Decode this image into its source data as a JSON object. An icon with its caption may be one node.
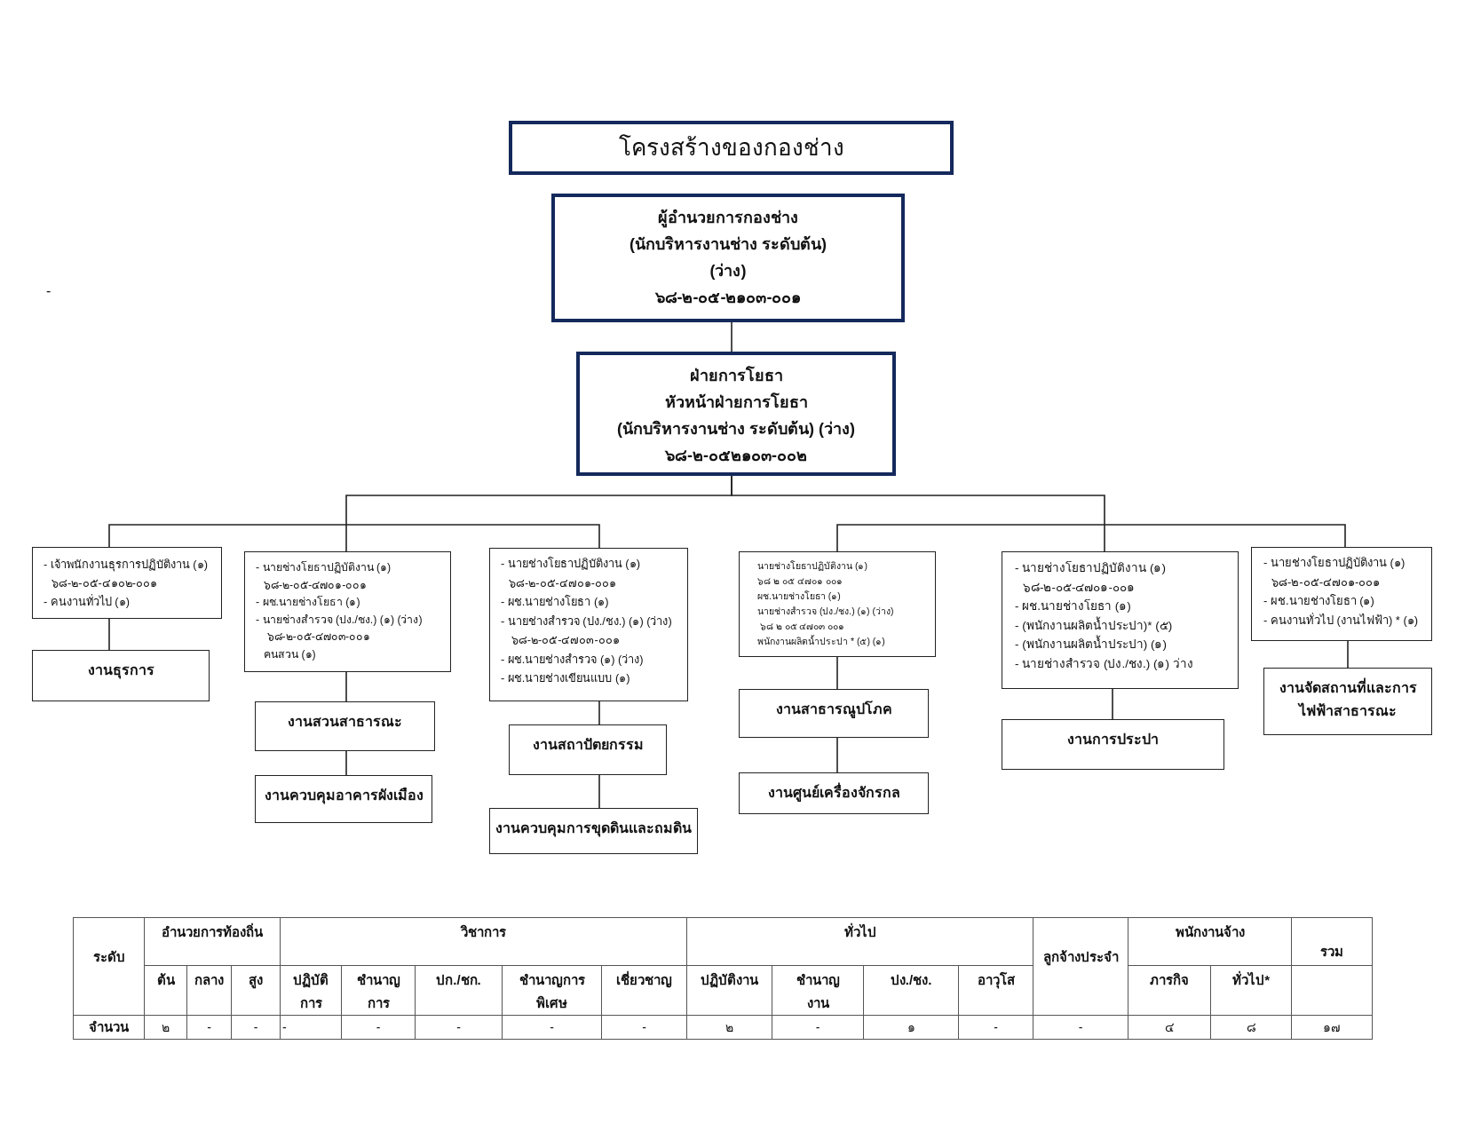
{
  "diagram": {
    "title": "โครงสร้างของกองช่าง",
    "nodes": [
      {
        "text": [
          "ผู้อำนวยการกองช่าง",
          "(นักบริหารงานช่าง ระดับต้น)",
          "(ว่าง)",
          "๖๘-๒-๐๕-๒๑๐๓-๐๐๑"
        ]
      },
      {
        "text": [
          "ฝ่ายการโยธา",
          "หัวหน้าฝ่ายการโยธา",
          "(นักบริหารงานช่าง ระดับต้น) (ว่าง)",
          "๖๘-๒-๐๕๒๑๐๓-๐๐๒"
        ]
      },
      {
        "text": [
          "- เจ้าพนักงานธุรการปฏิบัติงาน (๑)",
          "๖๘-๒-๐๕-๔๑๐๒-๐๐๑",
          "- คนงานทั่วไป (๑)"
        ]
      },
      {
        "text": [
          "- นายช่างโยธาปฏิบัติงาน (๑)",
          "๖๘-๒-๐๕-๔๗๐๑-๐๐๑",
          "- ผช.นายช่างโยธา (๑)",
          "- นายช่างสำรวจ (ปง./ชง.) (๑) (ว่าง)",
          "๖๘-๒-๐๕-๔๗๐๓-๐๐๑",
          "คนสวน (๑)"
        ]
      },
      {
        "text": [
          "- นายช่างโยธาปฏิบัติงาน (๑)",
          "๖๘-๒-๐๕-๔๗๐๑-๐๐๑",
          "- ผช.นายช่างโยธา (๑)",
          "- นายช่างสำรวจ (ปง./ชง.) (๑) (ว่าง)",
          "๖๘-๒-๐๕-๔๗๐๓-๐๐๑",
          "- ผช.นายช่างสำรวจ (๑) (ว่าง)",
          "- ผช.นายช่างเขียนแบบ (๑)"
        ]
      },
      {
        "text": [
          "นายช่างโยธาปฏิบัติงาน (๑)",
          "๖๘ ๒ ๐๕ ๔๗๐๑ ๐๐๑",
          "ผช.นายช่างโยธา (๑)",
          "นายช่างสำรวจ (ปง./ชง.) (๑) (ว่าง)",
          "๖๘ ๒ ๐๕ ๔๗๐๓ ๐๐๑",
          "พนักงานผลิตน้ำประปา * (๕) (๑)"
        ]
      },
      {
        "text": [
          "- นายช่างโยธาปฏิบัติงาน (๑)",
          "๖๘-๒-๐๕-๔๗๐๑-๐๐๑",
          "- ผช.นายช่างโยธา (๑)",
          "- (พนักงานผลิตน้ำประปา)* (๕)",
          "- (พนักงานผลิตน้ำประปา) (๑)",
          "- นายช่างสำรวจ (ปง./ชง.) (๑) ว่าง"
        ]
      },
      {
        "text": [
          "- นายช่างโยธาปฏิบัติงาน (๑)",
          "๖๘-๒-๐๕-๔๗๐๑-๐๐๑",
          "- ผช.นายช่างโยธา (๑)",
          "- คนงานทั่วไป (งานไฟฟ้า) * (๑)"
        ]
      },
      {
        "text": [
          "งานธุรการ"
        ]
      },
      {
        "text": [
          "งานสวนสาธารณะ"
        ]
      },
      {
        "text": [
          "งานสถาปัตยกรรม"
        ]
      },
      {
        "text": [
          "งานสาธารณูปโภค"
        ]
      },
      {
        "text": [
          "งานการประปา"
        ]
      },
      {
        "text": [
          "งานจัดสถานที่และการไฟฟ้าสาธารณะ"
        ]
      },
      {
        "text": [
          "งานควบคุมอาคารผังเมือง"
        ]
      },
      {
        "text": [
          "งานควบคุมการขุดดินและถมดิน"
        ]
      },
      {
        "text": [
          "งานศูนย์เครื่องจักรกล"
        ]
      }
    ],
    "edges": [
      {
        "from": 0,
        "to": 1,
        "arrow": "none"
      },
      {
        "from": 1,
        "to": 2,
        "arrow": "none"
      },
      {
        "from": 1,
        "to": 3,
        "arrow": "none"
      },
      {
        "from": 1,
        "to": 4,
        "arrow": "none"
      },
      {
        "from": 1,
        "to": 5,
        "arrow": "none"
      },
      {
        "from": 1,
        "to": 6,
        "arrow": "none"
      },
      {
        "from": 1,
        "to": 7,
        "arrow": "none"
      },
      {
        "from": 2,
        "to": 8,
        "arrow": "none"
      },
      {
        "from": 3,
        "to": 9,
        "arrow": "none"
      },
      {
        "from": 4,
        "to": 10,
        "arrow": "none"
      },
      {
        "from": 5,
        "to": 11,
        "arrow": "none"
      },
      {
        "from": 6,
        "to": 12,
        "arrow": "none"
      },
      {
        "from": 7,
        "to": 13,
        "arrow": "none"
      },
      {
        "from": 9,
        "to": 14,
        "arrow": "none"
      },
      {
        "from": 10,
        "to": 15,
        "arrow": "none"
      },
      {
        "from": 11,
        "to": 16,
        "arrow": "none"
      }
    ],
    "labels": [
      "-",
      "ระดับ",
      "อำนวยการท้องถิ่น",
      "วิชาการ",
      "ทั่วไป",
      "ลูกจ้างประจำ",
      "พนักงานจ้าง",
      "รวม",
      "ต้น",
      "กลาง",
      "สูง",
      "ปฏิบัติการ",
      "ชำนาญการ",
      "ปก./ชก.",
      "ชำนาญการพิเศษ",
      "เชี่ยวชาญ",
      "ปฏิบัติงาน",
      "ชำนาญงาน",
      "ปง./ชง.",
      "อาวุโส",
      "ภารกิจ",
      "ทั่วไป*",
      "จำนวน",
      "๒",
      "-",
      "-",
      "-",
      "-",
      "-",
      "-",
      "-",
      "๒",
      "-",
      "๑",
      "-",
      "-",
      "๔",
      "๘",
      "๑๗"
    ]
  }
}
